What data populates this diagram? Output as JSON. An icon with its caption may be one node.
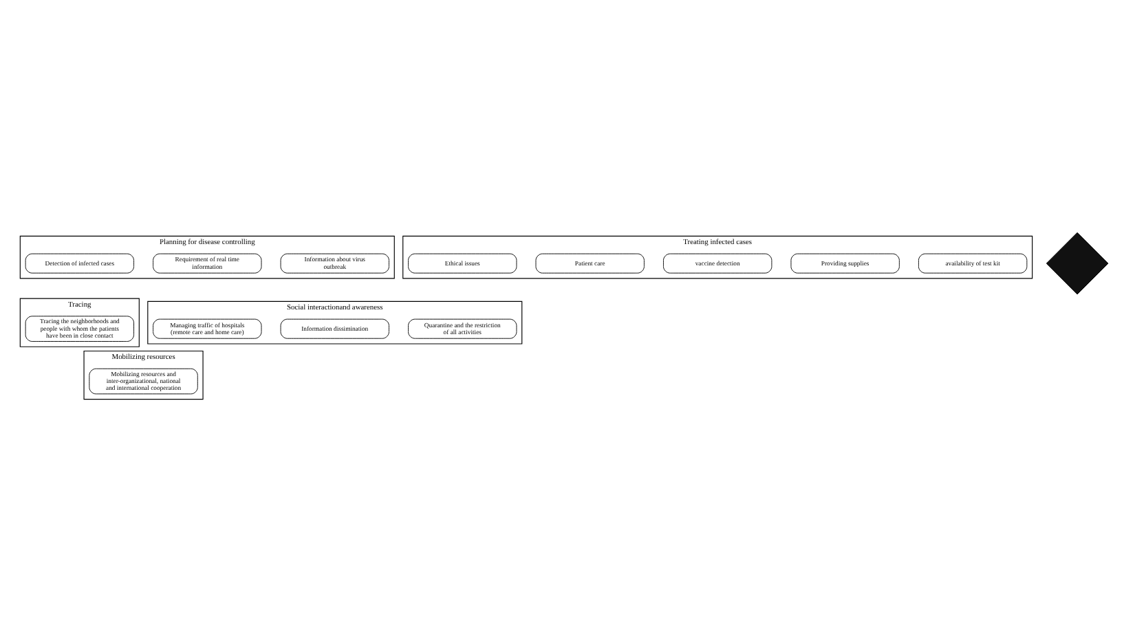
{
  "diagram": {
    "nodes": [
      {
        "text": [
          "Planning for disease controlling"
        ]
      },
      {
        "text": [
          "Information about virus outbreak"
        ],
        "in": 0
      },
      {
        "text": [
          "Requirement of real time information"
        ],
        "in": 0
      },
      {
        "text": [
          "Detection of infected cases"
        ],
        "in": 0
      },
      {
        "text": [
          "Treating infected cases"
        ]
      },
      {
        "text": [
          "availability of test kit"
        ],
        "in": 4
      },
      {
        "text": [
          "Providing supplies"
        ],
        "in": 4
      },
      {
        "text": [
          "vaccine detection"
        ],
        "in": 4
      },
      {
        "text": [
          "Patient care"
        ],
        "in": 4
      },
      {
        "text": [
          "Ethical issues"
        ],
        "in": 4
      },
      {
        "text": [],
        "shape": "arrow"
      },
      {
        "text": [
          "Tracing"
        ]
      },
      {
        "text": [
          "Tracing the neighborhoods and people with whom the patients have been in close contact"
        ],
        "in": 11
      },
      {
        "text": [
          "Social interactionand awareness"
        ]
      },
      {
        "text": [
          "Quarantine and the restriction of all activities"
        ],
        "in": 13
      },
      {
        "text": [
          "Information dissimination"
        ],
        "in": 13
      },
      {
        "text": [
          "Managing traffic of hospitals (remote care and home care)"
        ],
        "in": 13
      },
      {
        "text": [
          "Mobilizing resources"
        ]
      },
      {
        "text": [
          "Mobilizing resources and inter-organizational, national and international cooperation"
        ],
        "in": 17
      }
    ],
    "edges": []
  }
}
